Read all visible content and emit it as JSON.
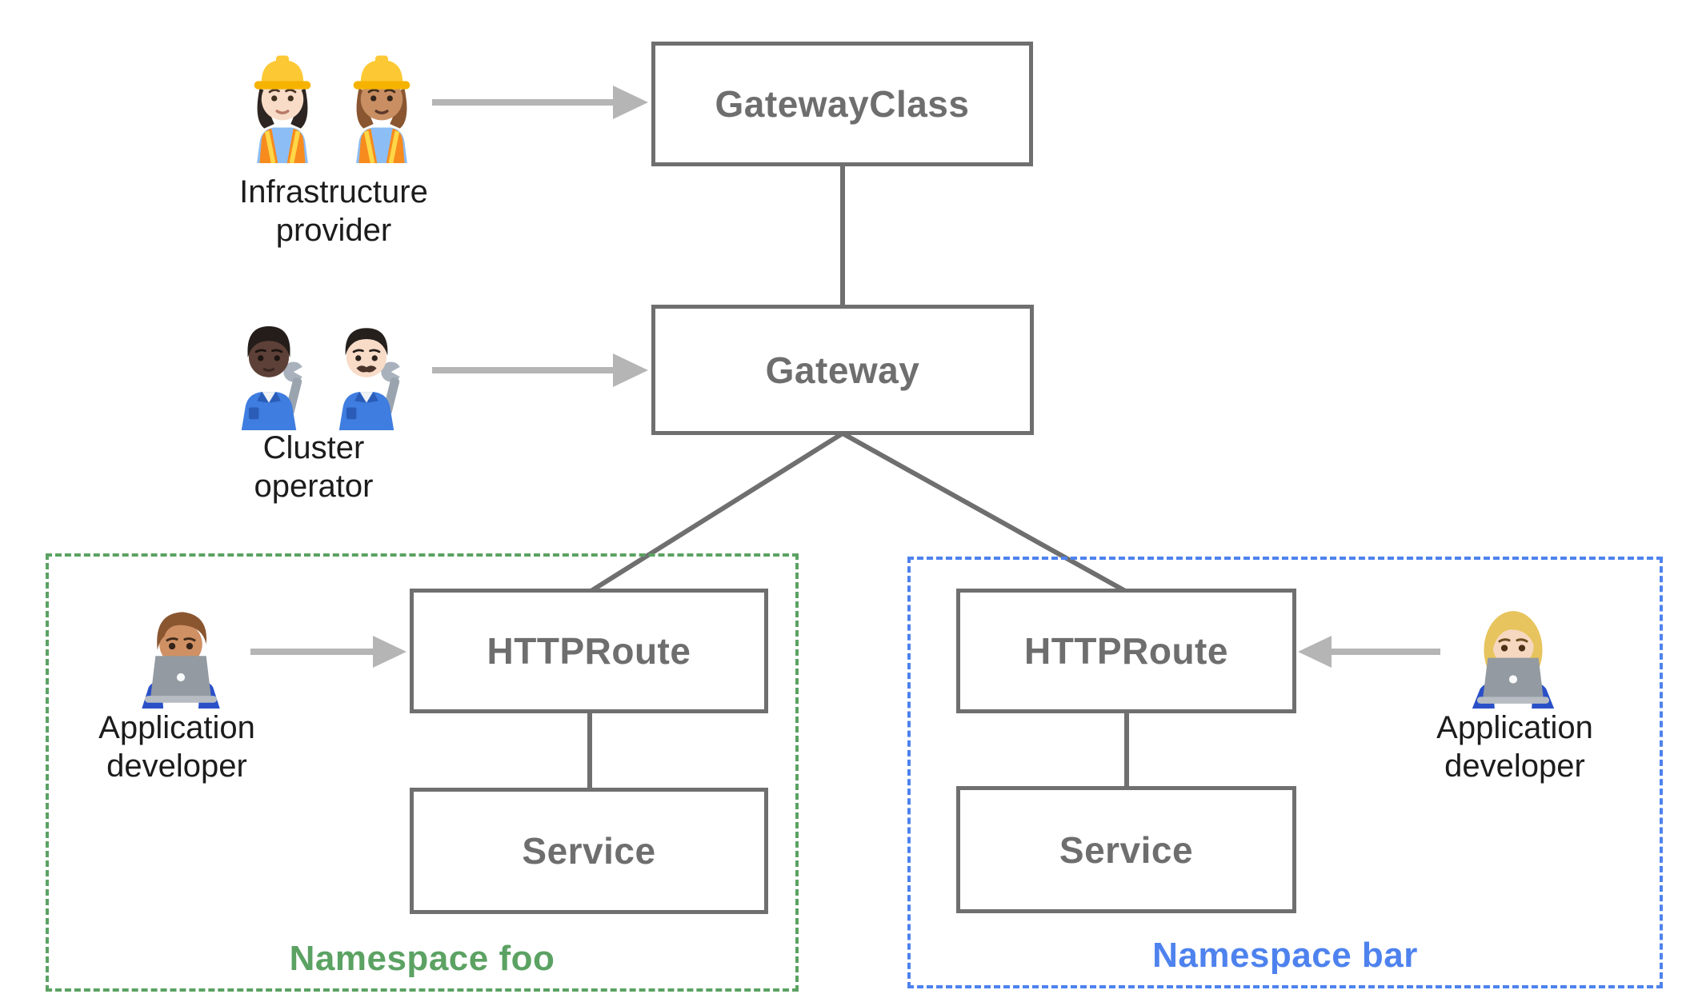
{
  "colors": {
    "node_border": "#6f6f6f",
    "node_text": "#6e6e6e",
    "connector": "#6f6f6f",
    "arrow": "#b5b5b5",
    "namespace_foo": "#5ba263",
    "namespace_bar": "#4e82ee",
    "persona_text": "#1c1c1c",
    "canvas_bg": "#ffffff"
  },
  "nodes": {
    "gatewayclass": "GatewayClass",
    "gateway": "Gateway",
    "httproute_foo": "HTTPRoute",
    "service_foo": "Service",
    "httproute_bar": "HTTPRoute",
    "service_bar": "Service"
  },
  "namespaces": {
    "foo": {
      "label": "Namespace foo"
    },
    "bar": {
      "label": "Namespace bar"
    }
  },
  "personas": {
    "infrastructure_provider": {
      "line1": "Infrastructure",
      "line2": "provider",
      "icons": [
        "woman-construction-worker-light-emoji",
        "woman-construction-worker-medium-emoji"
      ]
    },
    "cluster_operator": {
      "line1": "Cluster",
      "line2": "operator",
      "icons": [
        "person-mechanic-dark-emoji",
        "man-mechanic-light-emoji"
      ]
    },
    "app_developer_foo": {
      "line1": "Application",
      "line2": "developer",
      "icons": [
        "man-technologist-medium-emoji"
      ]
    },
    "app_developer_bar": {
      "line1": "Application",
      "line2": "developer",
      "icons": [
        "woman-technologist-light-emoji"
      ]
    }
  }
}
